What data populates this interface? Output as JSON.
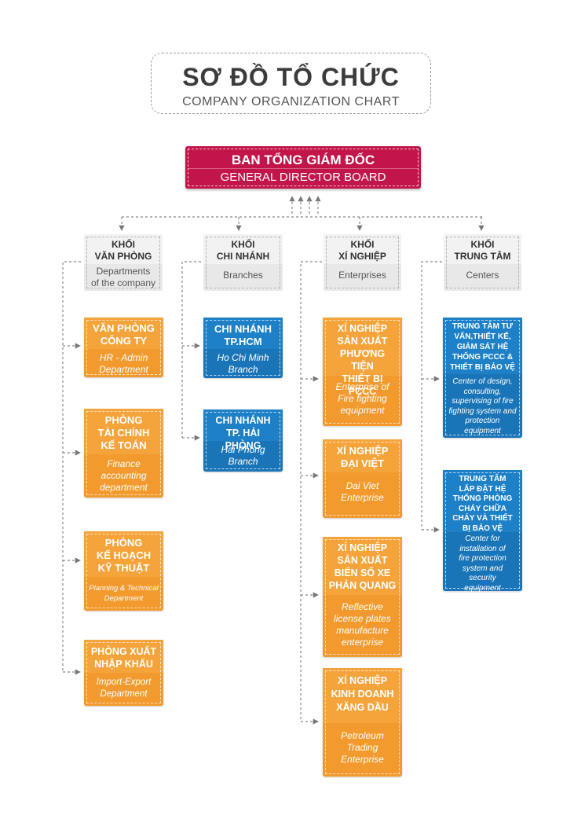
{
  "title": {
    "vn": "SƠ ĐỒ TỔ CHỨC",
    "en": "COMPANY ORGANIZATION CHART"
  },
  "board": {
    "vn": "BAN TỔNG GIÁM ĐỐC",
    "en": "GENERAL DIRECTOR BOARD"
  },
  "divisions": [
    {
      "vn": "KHỐI\nVĂN PHÒNG",
      "en": "Departments\nof the company"
    },
    {
      "vn": "KHỐI\nCHI NHÁNH",
      "en": "Branches"
    },
    {
      "vn": "KHỐI\nXÍ NGHIỆP",
      "en": "Enterprises"
    },
    {
      "vn": "KHỐI\nTRUNG TÂM",
      "en": "Centers"
    }
  ],
  "offices": [
    {
      "vn": "VĂN PHÒNG\nCÔNG TY",
      "en": "HR - Admin\nDepartment"
    },
    {
      "vn": "PHÒNG\nTÀI CHÍNH\nKẾ TOÁN",
      "en": "Finance\naccounting\ndepartment"
    },
    {
      "vn": "PHÒNG\nKẾ HOẠCH\nKỸ THUẬT",
      "en": "Planning & Technical\nDepartment"
    },
    {
      "vn": "PHÒNG XUẤT\nNHẬP KHẨU",
      "en": "Import-Export\nDepartment"
    }
  ],
  "branches": [
    {
      "vn": "CHI NHÁNH\nTP.HCM",
      "en": "Ho Chi Minh\nBranch"
    },
    {
      "vn": "CHI NHÁNH\nTP. HẢI PHÒNG",
      "en": "Hai Phong\nBranch"
    }
  ],
  "enterprises": [
    {
      "vn": "XÍ NGHIỆP\nSẢN XUẤT\nPHƯƠNG TIỆN\nTHIẾT BỊ PCCC",
      "en": "Enterprise of\nFire fighting\nequipment"
    },
    {
      "vn": "XÍ NGHIỆP\nĐẠI VIỆT",
      "en": "Dai Viet\nEnterprise"
    },
    {
      "vn": "XÍ NGHIỆP\nSẢN XUẤT\nBIỂN SỐ XE\nPHẢN QUANG",
      "en": "Reflective\nlicense plates\nmanufacture\nenterprise"
    },
    {
      "vn": "XÍ NGHIỆP\nKINH DOANH\nXĂNG DẦU",
      "en": "Petroleum\nTrading\nEnterprise"
    }
  ],
  "centers": [
    {
      "vn": "TRUNG TÂM TƯ\nVẤN,THIẾT KẾ,\nGIÁM SÁT HỆ\nTHỐNG PCCC &\nTHIẾT BỊ BẢO VỆ",
      "en": "Center of design,\nconsulting,\nsupervising of fire\nfighting system and\nprotection\nequipment"
    },
    {
      "vn": "TRUNG TÂM\nLẮP ĐẶT HỆ\nTHỐNG PHÒNG\nCHÁY CHỮA\nCHÁY VÀ THIẾT\nBỊ BẢO VỆ",
      "en": "Center for\ninstallation of\nfire protection\nsystem and\nsecurity\nequipment"
    }
  ],
  "colors": {
    "orange": "#f29a2e",
    "blue": "#1a75b8",
    "crimson": "#c2154a",
    "gray": "#e8e8e8"
  }
}
